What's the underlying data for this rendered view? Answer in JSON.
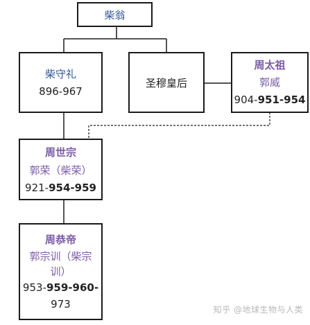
{
  "nodes": {
    "chai_weng": {
      "name": "柴翁"
    },
    "chai_shouli": {
      "name": "柴守礼",
      "years": "896-967"
    },
    "empress": {
      "name": "圣穆皇后"
    },
    "zhou_taizu": {
      "title": "周太祖",
      "alias": "郭威",
      "year_start": "904-",
      "year_reign": "951-954"
    },
    "zhou_shizong": {
      "title": "周世宗",
      "alias": "郭荣（柴荣）",
      "year_start": "921-",
      "year_reign": "954-959"
    },
    "zhou_gongdi": {
      "title": "周恭帝",
      "alias_line1": "郭宗训（柴宗",
      "alias_line2": "训）",
      "year_start": "953-",
      "year_reign": "959-960",
      "year_dash": "-",
      "year_end": "973"
    }
  },
  "watermark": "知乎 @地球生物与人类",
  "colors": {
    "ruler": "#7b5aa6",
    "name": "#2f5597",
    "border": "#1a1a1a"
  }
}
